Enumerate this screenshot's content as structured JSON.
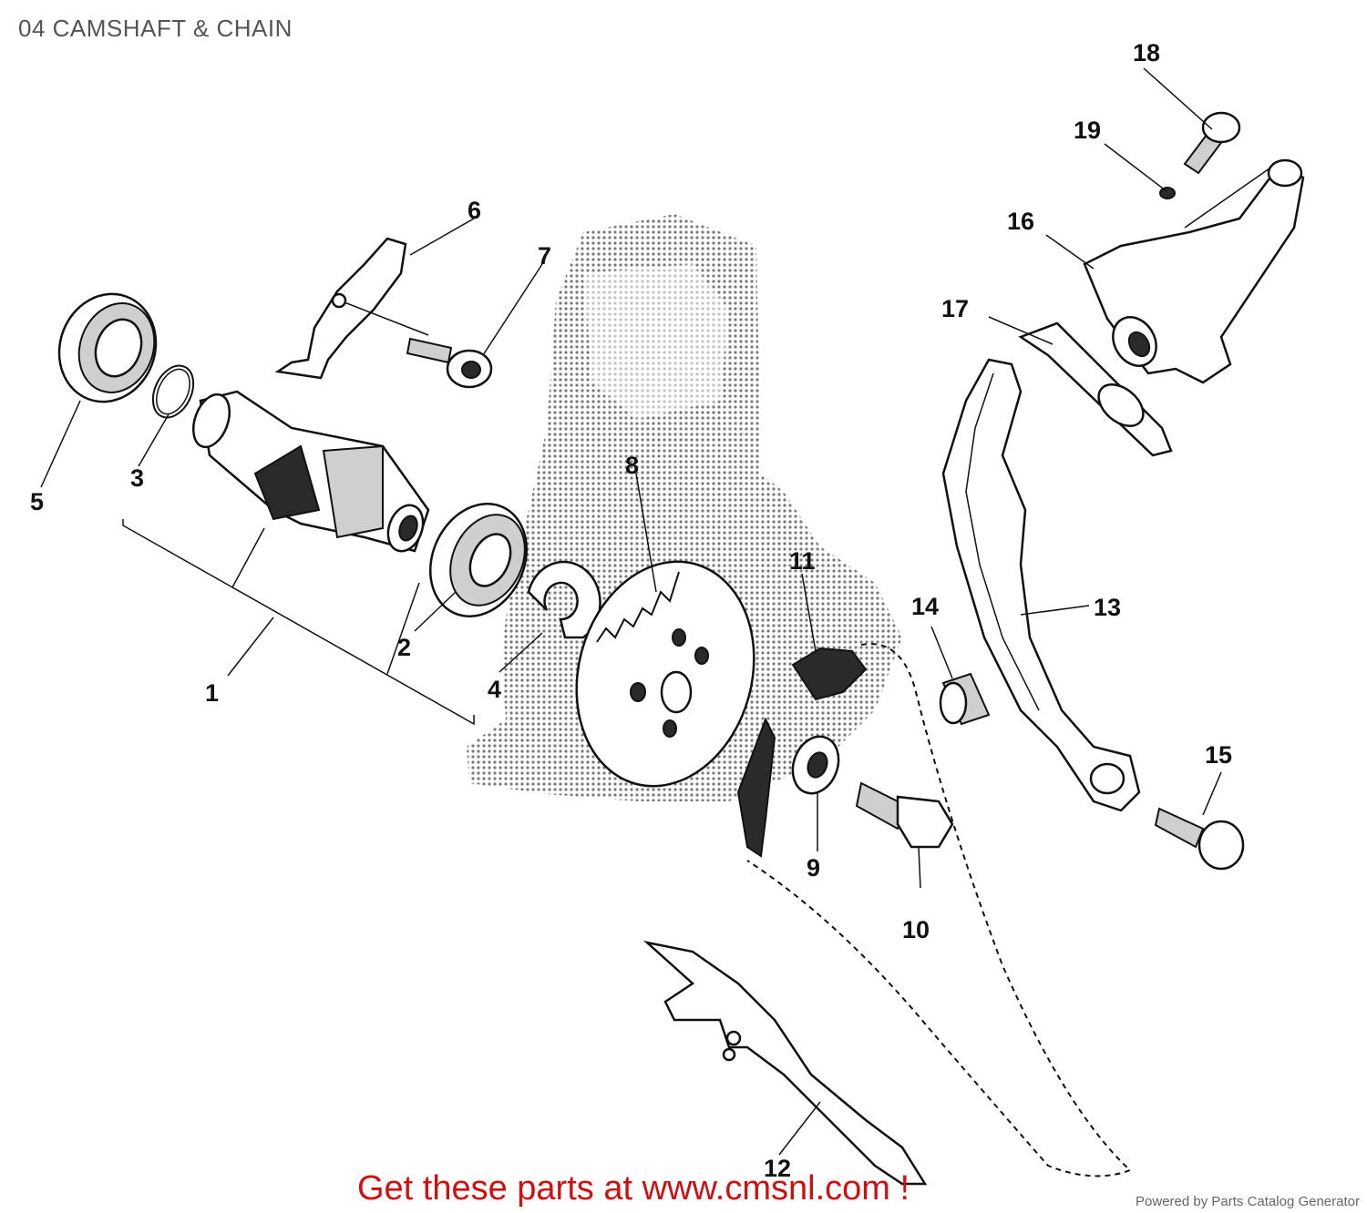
{
  "title": "04 CAMSHAFT & CHAIN",
  "callouts": [
    "1",
    "2",
    "3",
    "4",
    "5",
    "6",
    "7",
    "8",
    "9",
    "10",
    "11",
    "12",
    "13",
    "14",
    "15",
    "16",
    "17",
    "18",
    "19"
  ],
  "promo": "Get these parts at www.cmsnl.com !",
  "powered_by": "Powered by Parts Catalog Generator"
}
